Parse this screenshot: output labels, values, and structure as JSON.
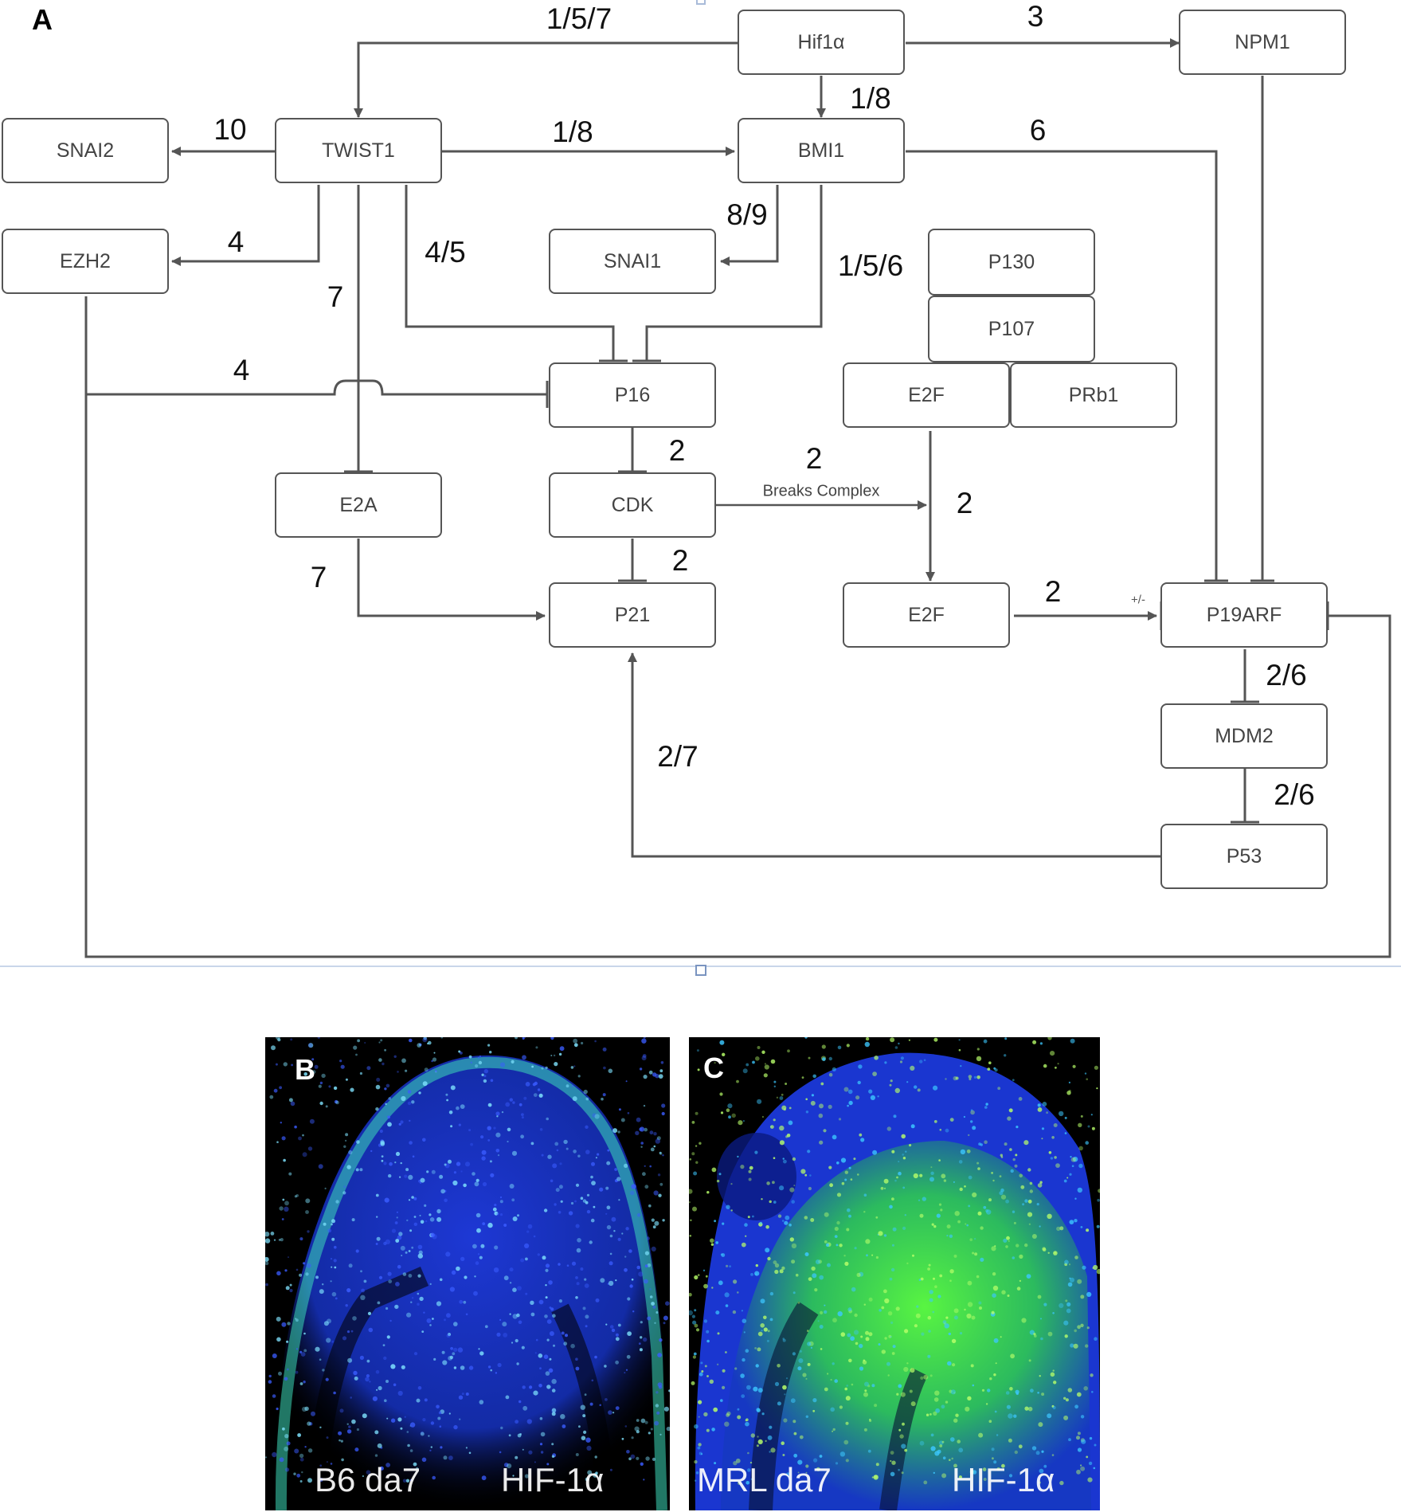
{
  "panels": {
    "a": "A",
    "b": "B",
    "c": "C"
  },
  "nodes": {
    "hif1a": "Hif1α",
    "npm1": "NPM1",
    "snai2": "SNAI2",
    "twist1": "TWIST1",
    "bmi1": "BMI1",
    "ezh2": "EZH2",
    "snai1": "SNAI1",
    "p130": "P130",
    "p107": "P107",
    "p16": "P16",
    "e2f_top": "E2F",
    "prb1": "PRb1",
    "e2a": "E2A",
    "cdk": "CDK",
    "p21": "P21",
    "e2f_bottom": "E2F",
    "p19arf": "P19ARF",
    "mdm2": "MDM2",
    "p53": "P53"
  },
  "edge_labels": {
    "hif_twist": "1/5/7",
    "hif_npm1": "3",
    "hif_bmi1": "1/8",
    "twist_snai2": "10",
    "twist_bmi1": "1/8",
    "bmi1_p19arf": "6",
    "bmi1_snai1": "8/9",
    "twist_ezh2": "4",
    "twist_p16": "4/5",
    "bmi1_p16": "1/5/6",
    "twist_e2a": "7",
    "ezh2_p16": "4",
    "p16_cdk": "2",
    "cdk_e2f_num": "2",
    "cdk_e2f_text": "Breaks Complex",
    "e2f_down": "2",
    "cdk_p21": "2",
    "e2a_p21": "7",
    "e2f_p19arf": "2",
    "p19arf_sign": "+/-",
    "p19arf_mdm2": "2/6",
    "mdm2_p53": "2/6",
    "p53_p21": "2/7"
  },
  "micrographs": {
    "b": {
      "left": "B6 da7",
      "right": "HIF-1α"
    },
    "c": {
      "left": "MRL da7",
      "right": "HIF-1α"
    }
  },
  "colors": {
    "line": "#555555",
    "node_border": "#555555",
    "nucleus_blue": "#1e3cff",
    "stain_green": "#2cff3c",
    "separator": "#c9d6ea"
  }
}
